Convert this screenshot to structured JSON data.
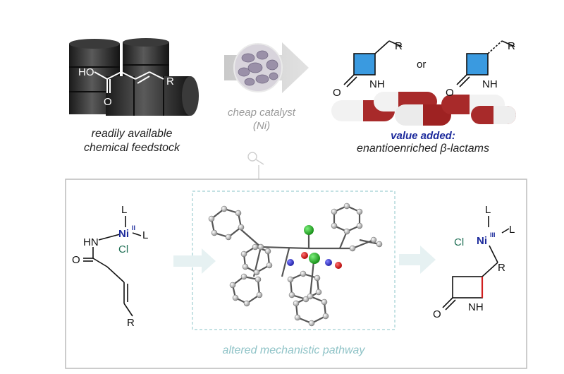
{
  "top": {
    "feedstock_caption_line1": "readily available",
    "feedstock_caption_line2": "chemical feedstock",
    "catalyst_caption_line1": "cheap catalyst",
    "catalyst_caption_line2": "(Ni)",
    "value_added": "value added:",
    "product_caption": "enantioenriched β-lactams",
    "or_label": "or",
    "substrate_labels": {
      "ho": "HO",
      "o": "O",
      "r": "R"
    },
    "lactam_labels": {
      "nh": "NH",
      "o": "O",
      "r": "R"
    }
  },
  "bottom": {
    "pathway_caption": "altered mechanistic pathway",
    "left_complex": {
      "hn": "HN",
      "ni": "Ni",
      "ox": "II",
      "l1": "L",
      "l2": "L",
      "cl": "Cl",
      "o": "O",
      "r": "R"
    },
    "right_complex": {
      "ni": "Ni",
      "ox": "III",
      "l1": "L",
      "l2": "L",
      "cl": "Cl",
      "nh": "NH",
      "o": "O",
      "r": "R"
    }
  },
  "colors": {
    "lactam_ring_fill": "#3a9ae0",
    "nickel_label": "#1c2a9c",
    "chlorine_label": "#1f6f55",
    "pathway_caption": "#8fc3c7",
    "bond_highlight": "#d11f1f"
  }
}
